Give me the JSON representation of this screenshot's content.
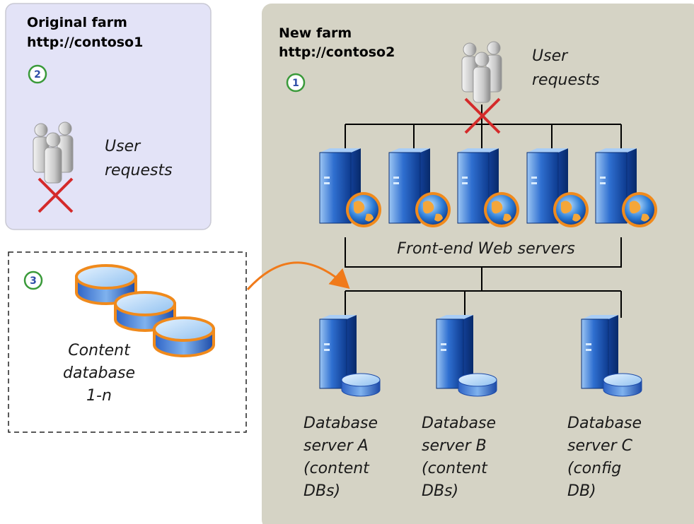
{
  "original_farm": {
    "title_line1": "Original farm",
    "title_line2": "http://contoso1",
    "step": "2",
    "user_requests": [
      "User",
      "requests"
    ],
    "blocked": true
  },
  "new_farm": {
    "title_line1": "New farm",
    "title_line2": "http://contoso2",
    "step": "1",
    "user_requests": [
      "User",
      "requests"
    ],
    "blocked": true,
    "web_servers_label": "Front-end Web servers",
    "web_server_count": 5,
    "db_servers": [
      {
        "lines": [
          "Database",
          "server A",
          "(content",
          "DBs)"
        ]
      },
      {
        "lines": [
          "Database",
          "server B",
          "(content",
          "DBs)"
        ]
      },
      {
        "lines": [
          "Database",
          "server C",
          "(config",
          "DB)"
        ]
      }
    ]
  },
  "content_db": {
    "step": "3",
    "lines": [
      "Content",
      "database",
      "1-n"
    ]
  },
  "colors": {
    "original_panel": "#e3e3f7",
    "new_panel": "#d5d3c5",
    "panel_border": "#c9c9d4",
    "server_blue": "#1f57b8",
    "globe_orange": "#f08a1c",
    "red_x": "#d42a2a",
    "badge_green": "#3a9a3a",
    "arrow_orange": "#f07a1a"
  }
}
